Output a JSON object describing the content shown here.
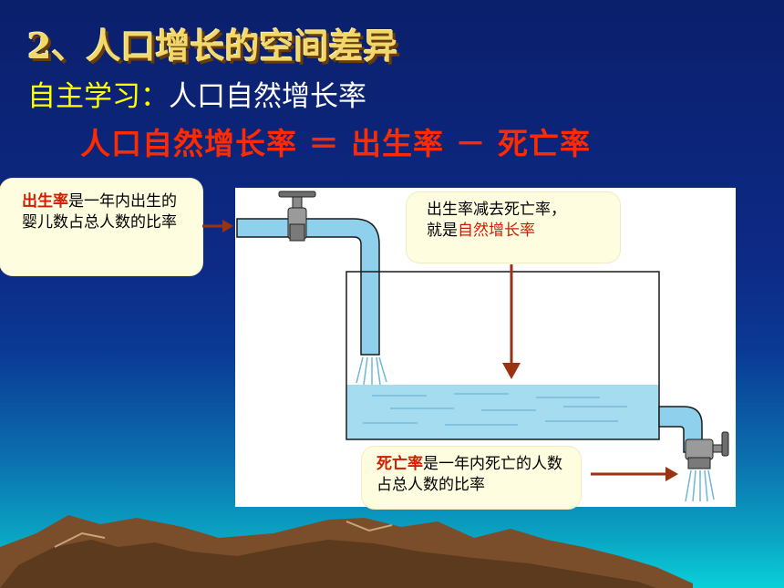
{
  "slide": {
    "title": "2、人口增长的空间差异",
    "subtitle_label": "自主学习：",
    "subtitle_text": "人口自然增长率",
    "formula": "人口自然增长率 ＝ 出生率 － 死亡率"
  },
  "notes": {
    "birth": {
      "term": "出生率",
      "text": "是一年内出生的婴儿数占总人数的比率"
    },
    "natural": {
      "line1": "出生率减去死亡率，",
      "line2_prefix": "就是",
      "line2_term": "自然增长率"
    },
    "death": {
      "term": "死亡率",
      "text": "是一年内死亡的人数占总人数的比率"
    }
  },
  "colors": {
    "water": "#a6dcf0",
    "pipe": "#8fd0ec",
    "arrow": "#9a3312",
    "title": "#f0d86a",
    "formula": "#ff2a00"
  }
}
